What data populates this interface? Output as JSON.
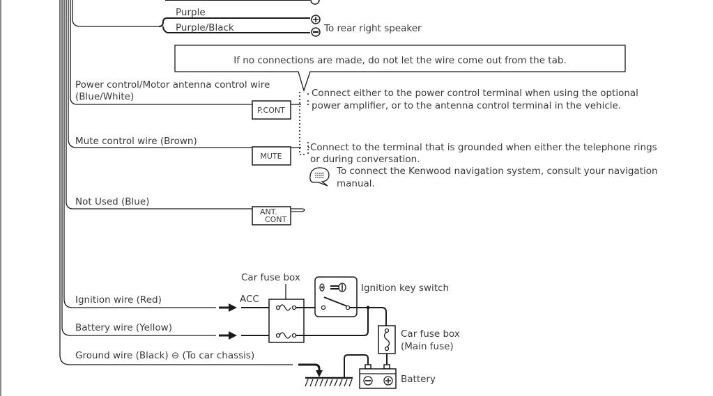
{
  "speaker": {
    "wire_pos": "Purple",
    "wire_neg": "Purple/Black",
    "plus_symbol": "+",
    "minus_symbol": "−",
    "destination": "To rear right speaker"
  },
  "callout": {
    "text": "If no connections are made, do not let the wire come out from the tab."
  },
  "pcont": {
    "label_line1": "Power control/Motor antenna control wire",
    "label_line2": "(Blue/White)",
    "connector": "P.CONT",
    "note_line1": "Connect either to the power control terminal when using the optional",
    "note_line2": "power amplifier, or to the antenna control terminal in the vehicle."
  },
  "mute": {
    "label": "Mute control wire (Brown)",
    "connector": "MUTE",
    "note_line1": "Connect to the terminal that is grounded when either the telephone rings",
    "note_line2": "or during conversation."
  },
  "nav_note": {
    "icon": "speech-bubble-icon",
    "line1": "To connect the Kenwood navigation system, consult your navigation",
    "line2": "manual."
  },
  "antcont": {
    "label": "Not Used (Blue)",
    "connector_line1": "ANT.",
    "connector_line2": "CONT"
  },
  "power": {
    "ignition_label": "Ignition wire (Red)",
    "battery_label": "Battery wire (Yellow)",
    "ground_label": "Ground wire (Black) ⊖ (To car chassis)",
    "acc_label": "ACC",
    "fuse_box_label": "Car fuse box",
    "ignition_switch_label": "Ignition key switch",
    "main_fuse_line1": "Car fuse box",
    "main_fuse_line2": "(Main fuse)",
    "battery_label_text": "Battery"
  }
}
